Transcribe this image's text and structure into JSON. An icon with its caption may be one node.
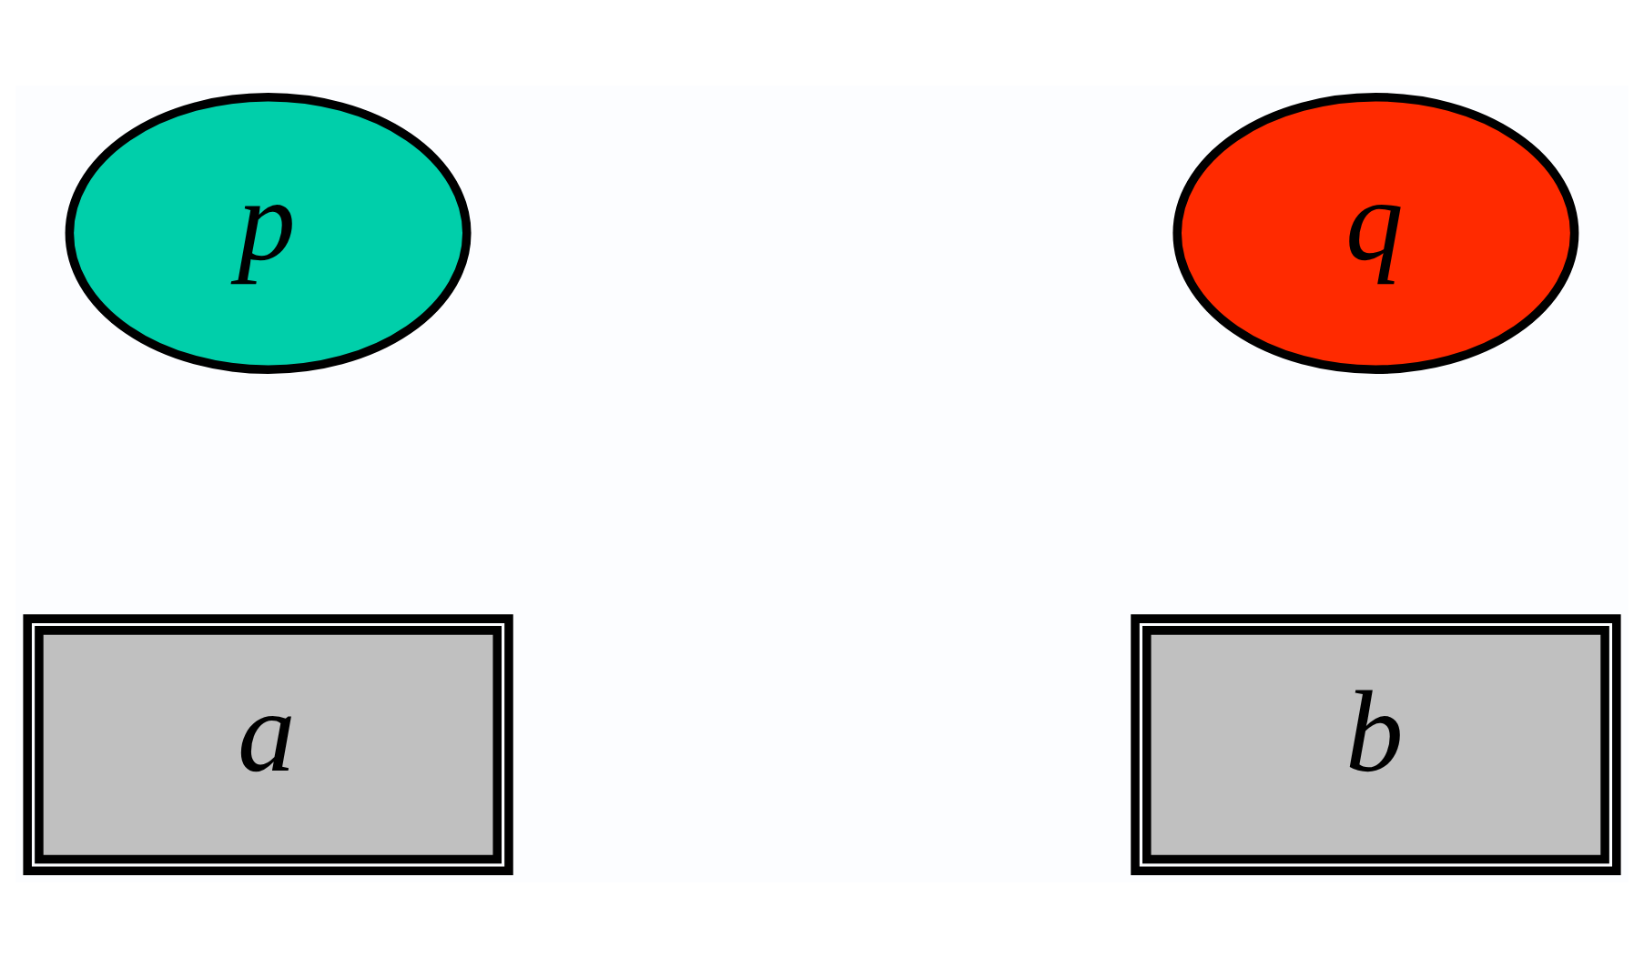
{
  "diagram": {
    "nodes": [
      {
        "text": [
          "p"
        ]
      },
      {
        "text": [
          "q"
        ]
      },
      {
        "text": [
          "a"
        ]
      },
      {
        "text": [
          "b"
        ]
      }
    ]
  }
}
